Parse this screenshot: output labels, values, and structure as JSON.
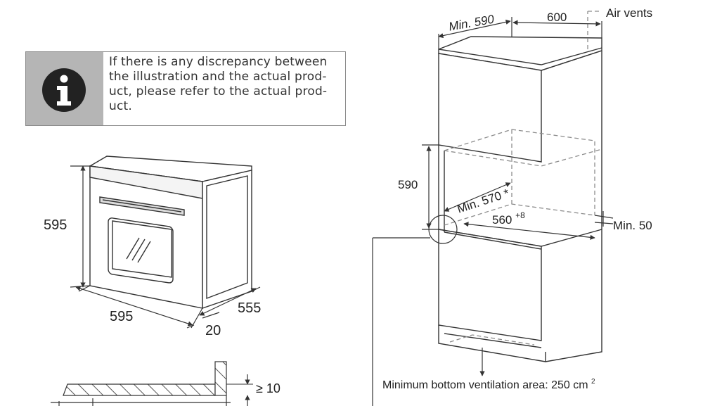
{
  "note": {
    "lines": [
      "If there is any discrepancy between",
      "the illustration and the actual prod-",
      "uct, please refer to the actual prod-",
      "uct."
    ],
    "icon": "info-icon"
  },
  "oven_dimensions": {
    "height": "595",
    "width": "595",
    "depth": "555",
    "door_thickness": "20"
  },
  "cabinet_dimensions": {
    "min_depth": "Min. 590",
    "width": "600",
    "air_vents": "Air vents",
    "niche_height": "590",
    "min_niche_depth": "Min. 570 *",
    "niche_width": "560",
    "niche_width_tolerance": "+8",
    "min_gap": "Min. 50",
    "ventilation_label": "Minimum bottom ventilation area: 250 cm",
    "ventilation_sup": "2"
  },
  "detail": {
    "clearance": "≥ 10"
  },
  "colors": {
    "line": "#333333",
    "dashed": "#8c8c8c",
    "info_bg": "#b5b5b5",
    "icon_dark": "#222222"
  }
}
